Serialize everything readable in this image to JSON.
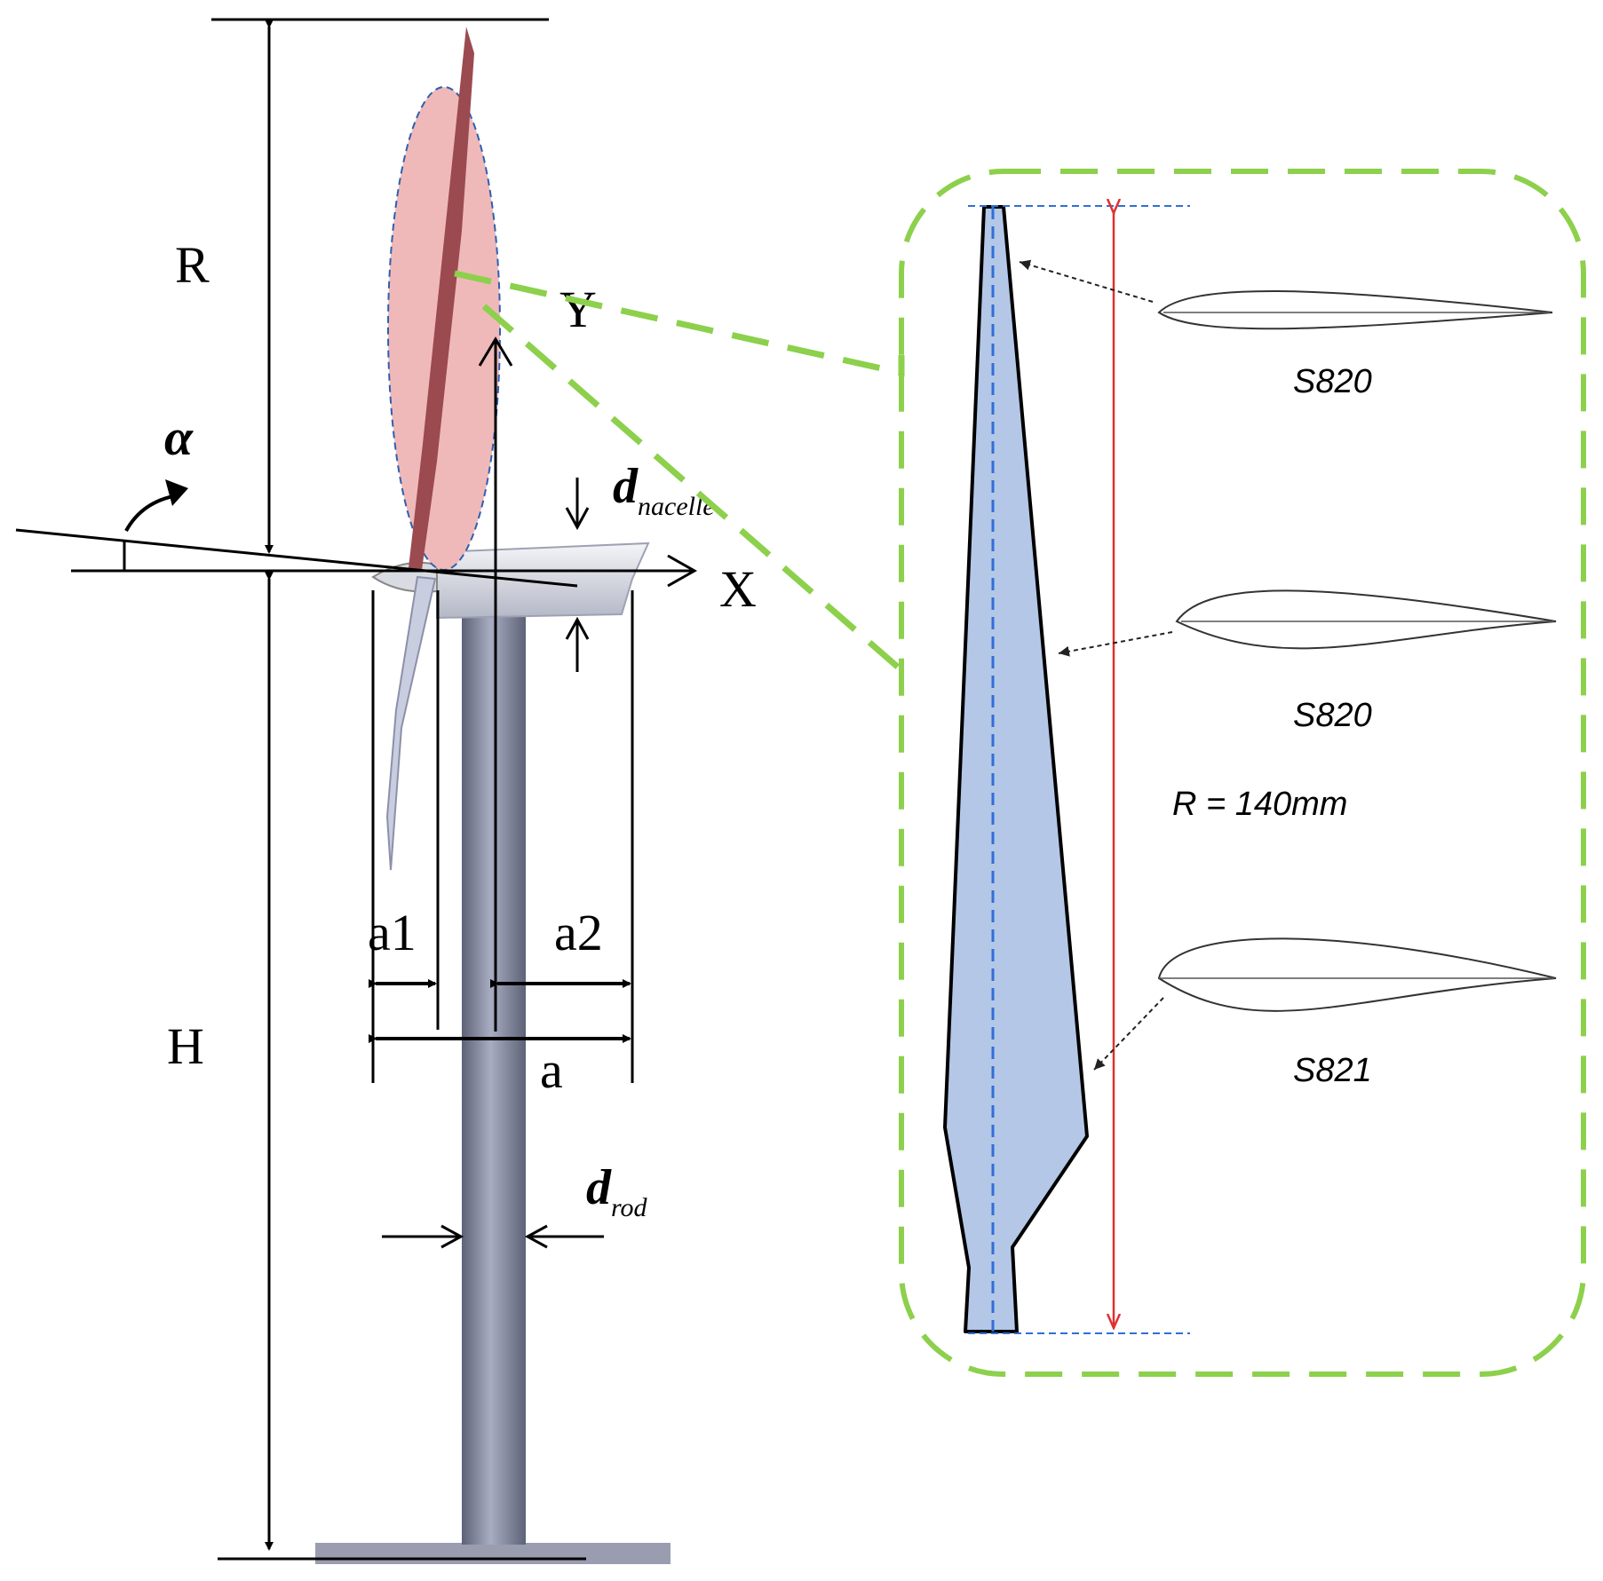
{
  "labels": {
    "R": "R",
    "H": "H",
    "Y": "Y",
    "X": "X",
    "alpha": "α",
    "a1": "a1",
    "a2": "a2",
    "a": "a",
    "d_nacelle_main": "d",
    "d_nacelle_sub": "nacelle",
    "d_rod_main": "d",
    "d_rod_sub": "rod"
  },
  "airfoils": [
    {
      "name": "S820"
    },
    {
      "name": "S820"
    },
    {
      "name": "S821"
    }
  ],
  "blade_radius_label": "R = 140mm",
  "colors": {
    "rotor_ellipse": "#f0b9b9",
    "blade_fill": "#b4c7e7",
    "inset_border": "#8cd04c",
    "radius_arrow": "#e03030",
    "center_line": "#2f6fd6",
    "tower": "#8a8fa6"
  }
}
